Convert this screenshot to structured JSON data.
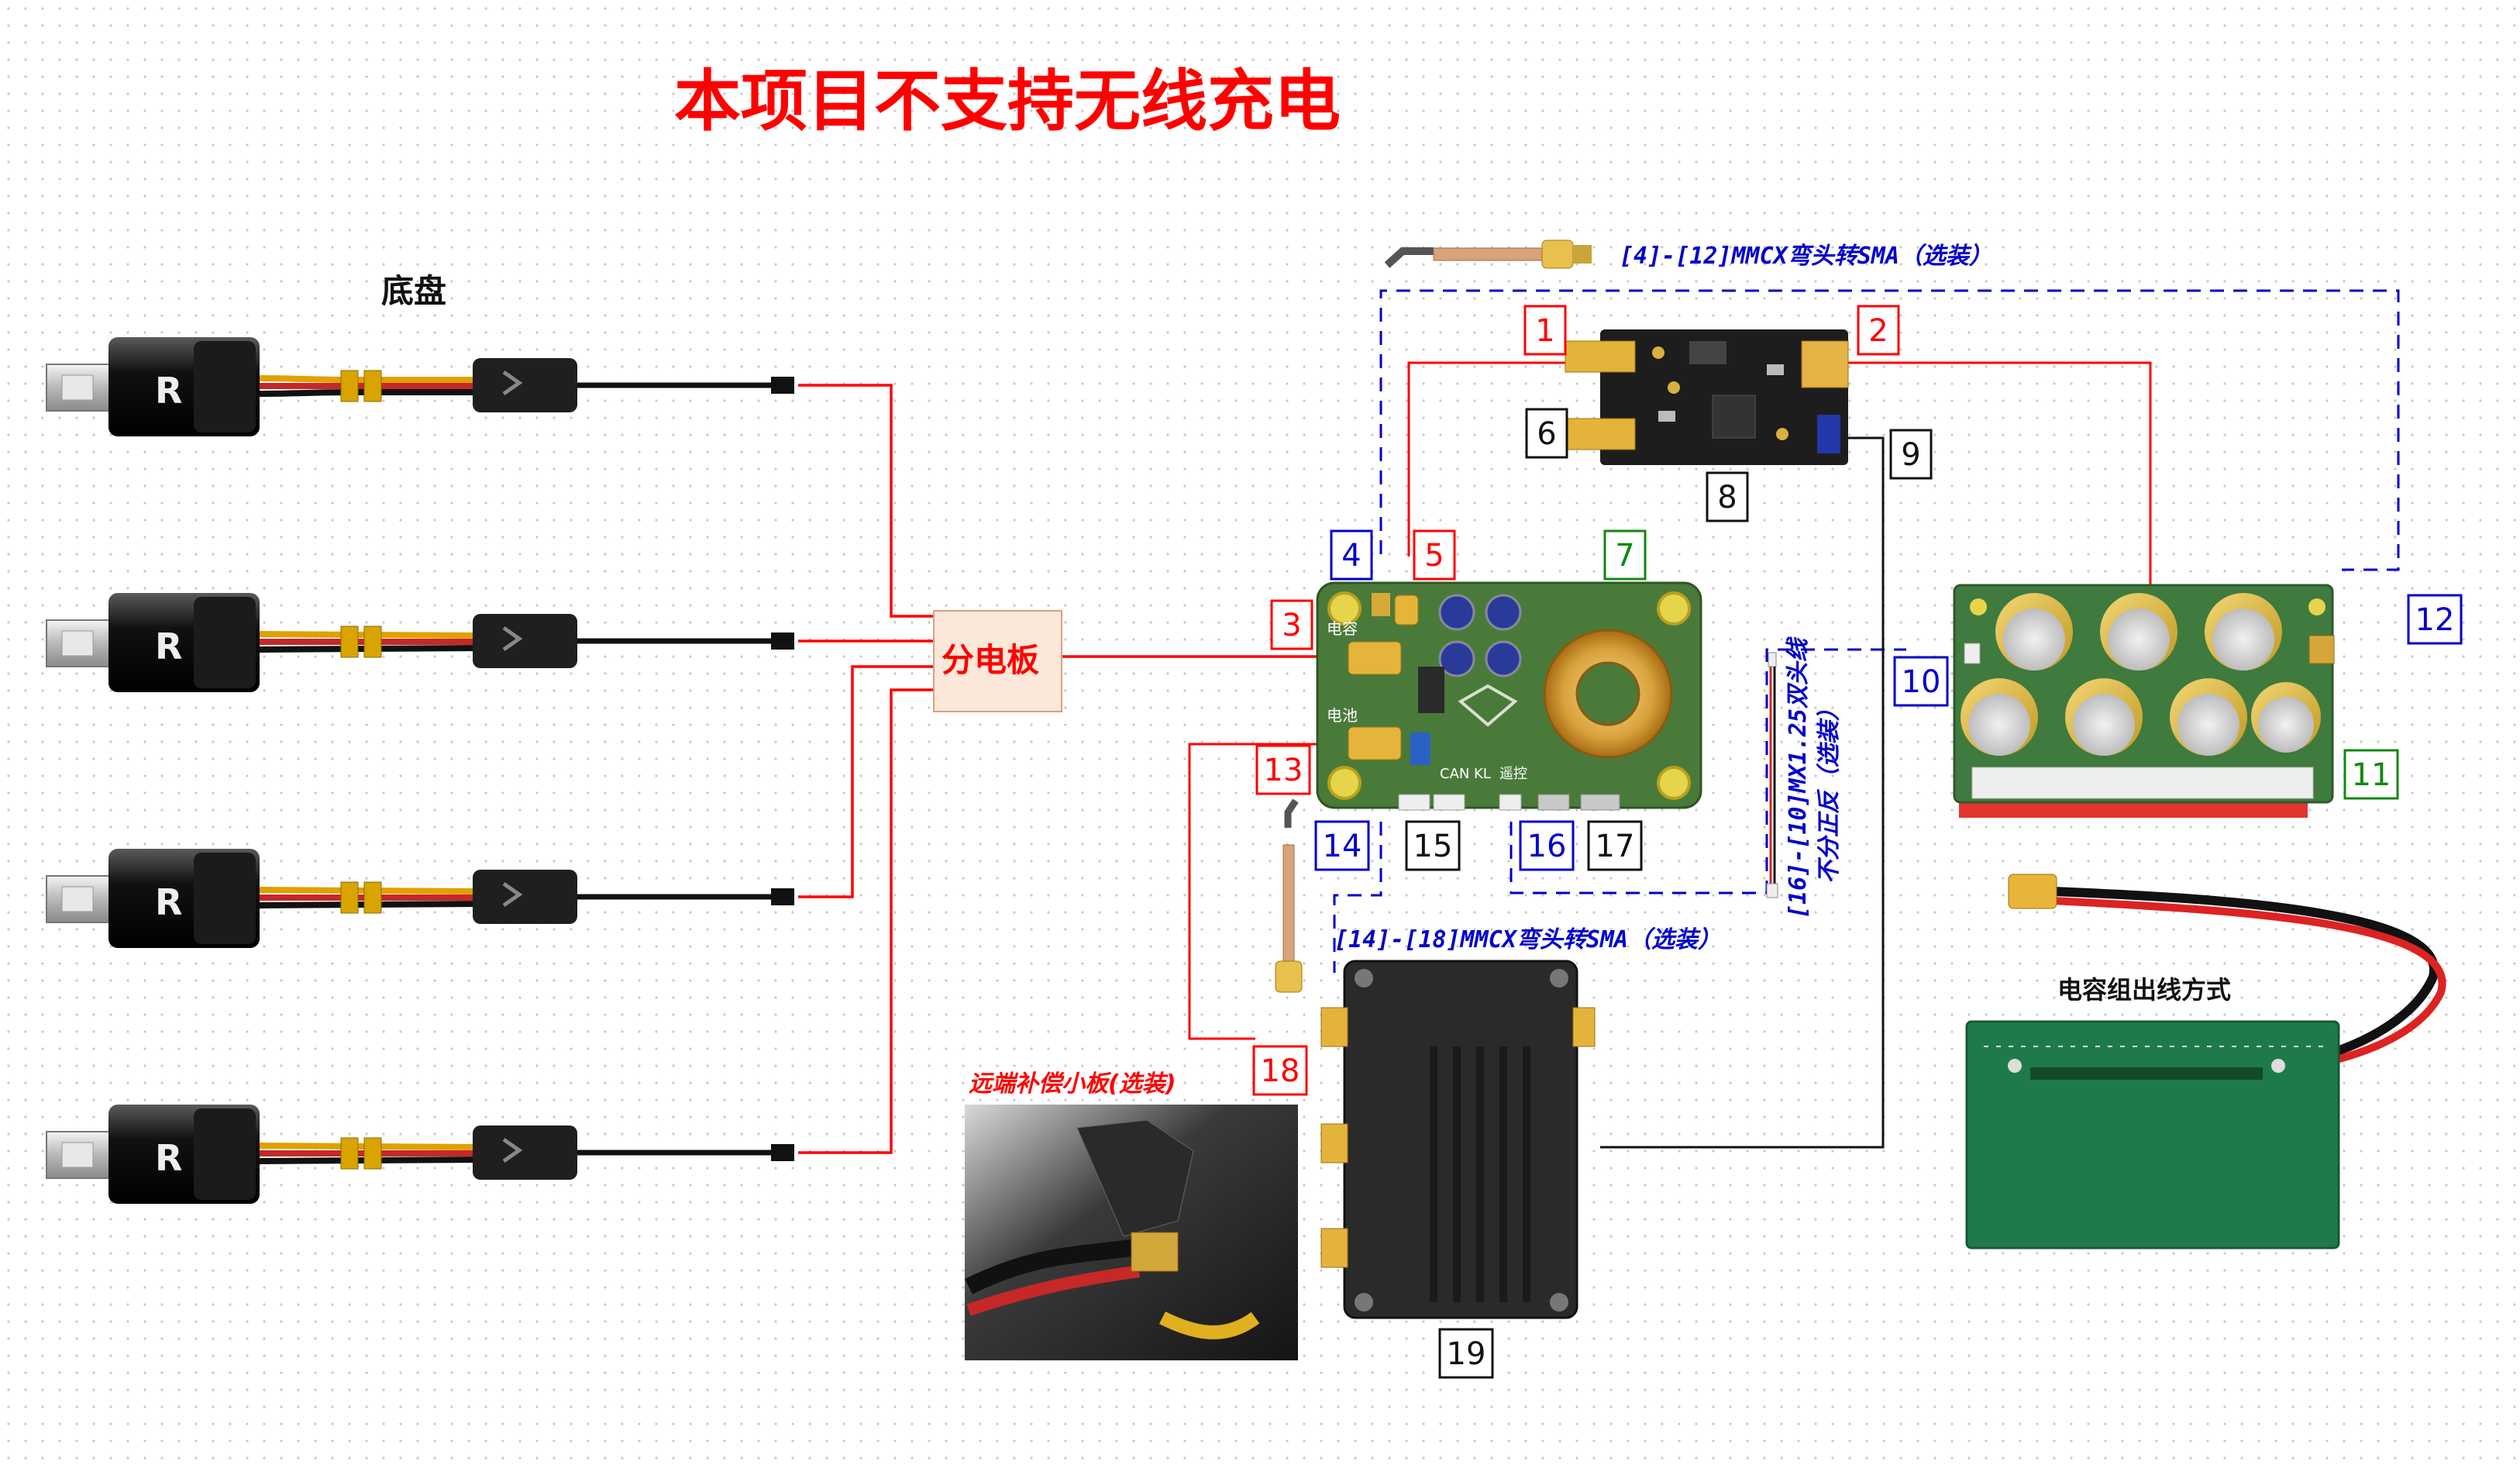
{
  "title": "本项目不支持无线充电",
  "chassis_label": "底盘",
  "power_board_label": "分电板",
  "capacitor_wiring_label": "电容组出线方式",
  "remote_board_label": "远端补偿小板(选装)",
  "note_4_12": "[4]-[12]MMCX弯头转SMA（选装）",
  "note_14_18": "[14]-[18]MMCX弯头转SMA（选装）",
  "note_16_10_line1": "[16]-[10]MX1.25双头线",
  "note_16_10_line2": "不分正反（选装）",
  "markers": {
    "m1": "1",
    "m2": "2",
    "m3": "3",
    "m4": "4",
    "m5": "5",
    "m6": "6",
    "m7": "7",
    "m8": "8",
    "m9": "9",
    "m10": "10",
    "m11": "11",
    "m12": "12",
    "m13": "13",
    "m14": "14",
    "m15": "15",
    "m16": "16",
    "m17": "17",
    "m18": "18",
    "m19": "19"
  },
  "controller_silk": {
    "capacitor": "电容",
    "battery": "电池",
    "can": "CAN",
    "kill": "KL",
    "remote": "遥控"
  },
  "colors": {
    "red": "#ff0000",
    "blue": "#0000cc",
    "green": "#118811",
    "pcb_green": "#4a7a3a",
    "pcb_dark": "#2a2a2a"
  }
}
